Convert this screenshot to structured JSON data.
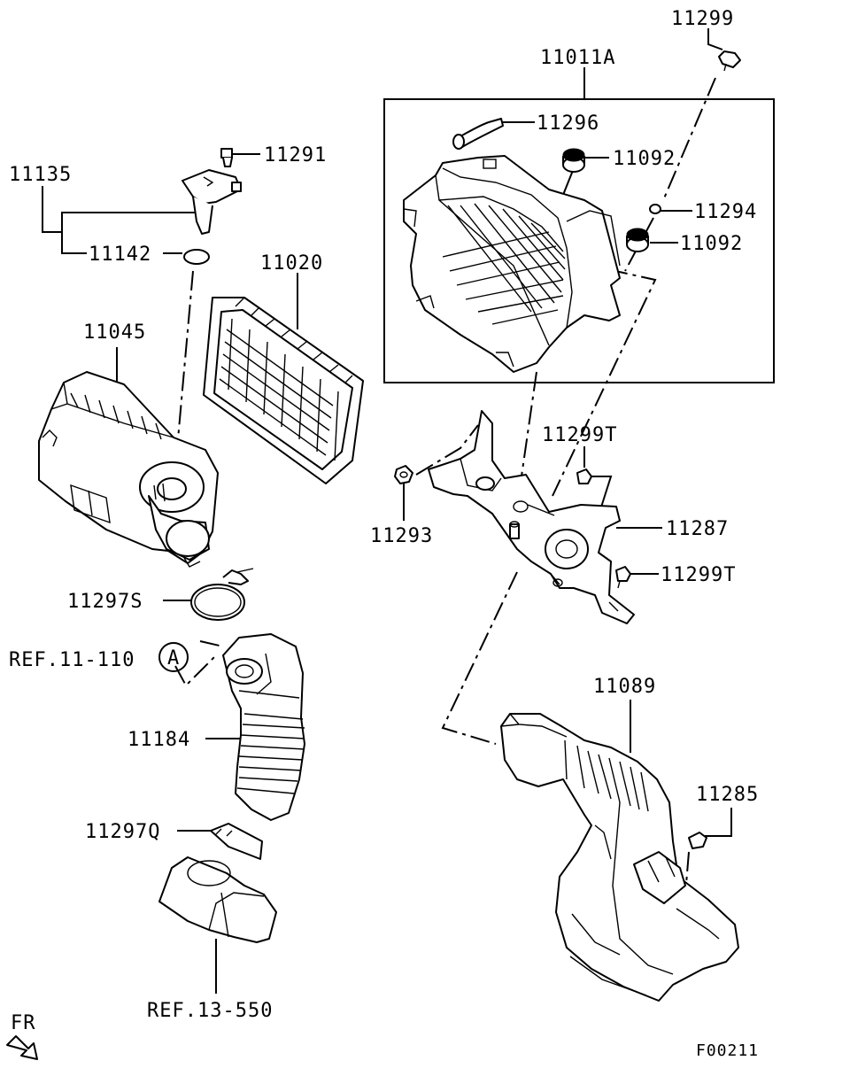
{
  "labels": {
    "p11299": "11299",
    "p11011A": "11011A",
    "p11296": "11296",
    "p11092_top": "11092",
    "p11294": "11294",
    "p11092_2": "11092",
    "p11291": "11291",
    "p11135": "11135",
    "p11142": "11142",
    "p11020": "11020",
    "p11045": "11045",
    "p11299T_1": "11299T",
    "p11293": "11293",
    "p11287": "11287",
    "p11299T_2": "11299T",
    "p11297S": "11297S",
    "ref_a": "REF.11-110",
    "circle_a": "A",
    "p11184": "11184",
    "p11089": "11089",
    "p11285": "11285",
    "p11297Q": "11297Q",
    "ref_b": "REF.13-550",
    "fr": "FR",
    "figure_code": "F00211"
  },
  "icons": {
    "front_arrow": "front-direction-arrow-icon"
  }
}
